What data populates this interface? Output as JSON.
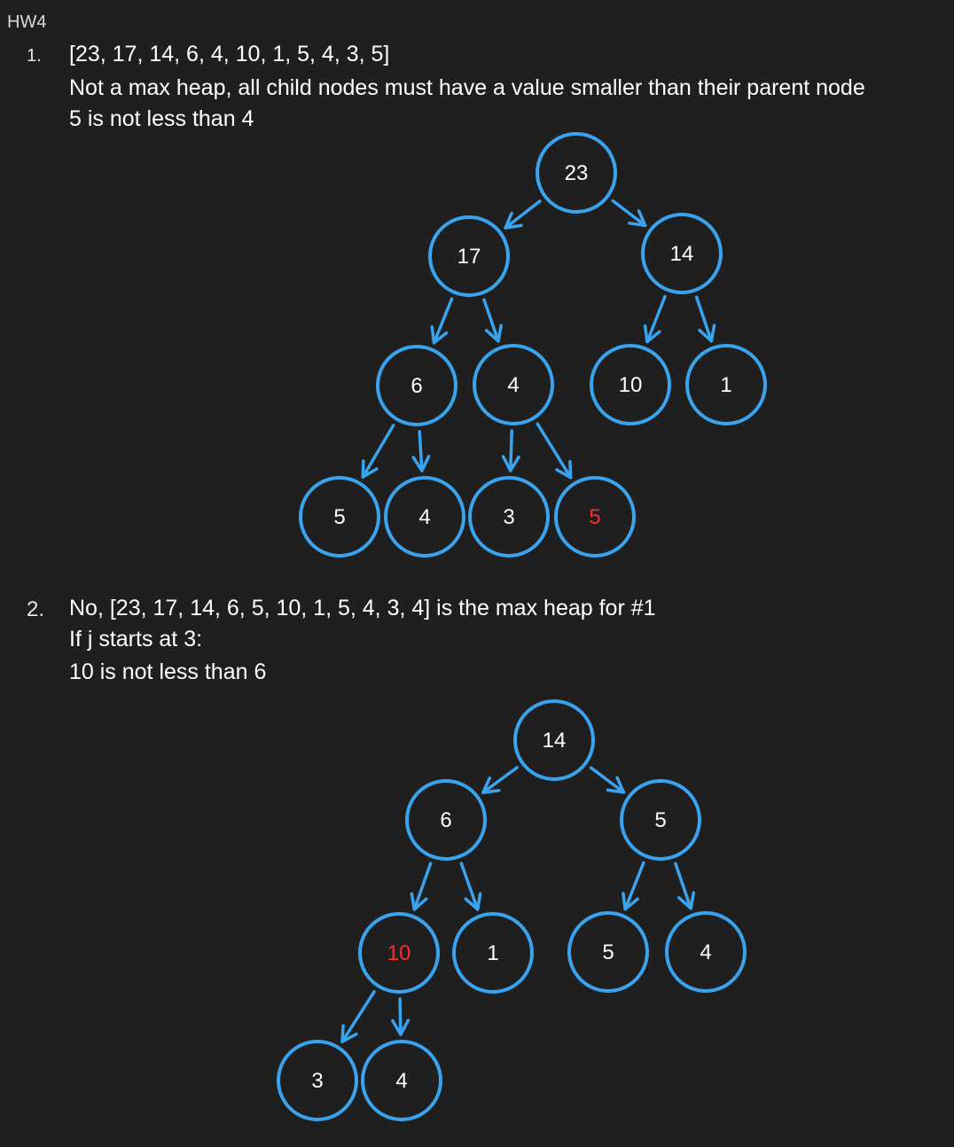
{
  "document": {
    "title": "HW4",
    "problems": [
      {
        "number": "1.",
        "lines": [
          "[23, 17, 14, 6, 4, 10, 1, 5, 4, 3, 5]",
          "Not a max heap, all child nodes must have a value smaller than their parent node",
          "5 is not less than 4"
        ]
      },
      {
        "number": "2.",
        "lines": [
          "No, [23, 17, 14, 6, 5, 10, 1, 5, 4, 3, 4] is the max heap for #1",
          "If j starts at 3:",
          "10 is not less than 6"
        ]
      }
    ]
  },
  "colors": {
    "background": "#1f1f1f",
    "node_stroke": "#3aa3ee",
    "arrow": "#3aa3ee",
    "text": "#ffffff",
    "highlight": "#ff2a2a"
  },
  "trees": [
    {
      "nodes": [
        {
          "id": "a0",
          "label": "23"
        },
        {
          "id": "a1",
          "label": "17"
        },
        {
          "id": "a2",
          "label": "14"
        },
        {
          "id": "a3",
          "label": "6"
        },
        {
          "id": "a4",
          "label": "4"
        },
        {
          "id": "a5",
          "label": "10"
        },
        {
          "id": "a6",
          "label": "1"
        },
        {
          "id": "a7",
          "label": "5"
        },
        {
          "id": "a8",
          "label": "4"
        },
        {
          "id": "a9",
          "label": "3"
        },
        {
          "id": "a10",
          "label": "5",
          "highlight": true
        }
      ],
      "edges": [
        [
          "a0",
          "a1"
        ],
        [
          "a0",
          "a2"
        ],
        [
          "a1",
          "a3"
        ],
        [
          "a1",
          "a4"
        ],
        [
          "a2",
          "a5"
        ],
        [
          "a2",
          "a6"
        ],
        [
          "a3",
          "a7"
        ],
        [
          "a3",
          "a8"
        ],
        [
          "a4",
          "a9"
        ],
        [
          "a4",
          "a10"
        ]
      ]
    },
    {
      "nodes": [
        {
          "id": "b0",
          "label": "14"
        },
        {
          "id": "b1",
          "label": "6"
        },
        {
          "id": "b2",
          "label": "5"
        },
        {
          "id": "b3",
          "label": "10",
          "highlight": true
        },
        {
          "id": "b4",
          "label": "1"
        },
        {
          "id": "b5",
          "label": "5"
        },
        {
          "id": "b6",
          "label": "4"
        },
        {
          "id": "b7",
          "label": "3"
        },
        {
          "id": "b8",
          "label": "4"
        }
      ],
      "edges": [
        [
          "b0",
          "b1"
        ],
        [
          "b0",
          "b2"
        ],
        [
          "b1",
          "b3"
        ],
        [
          "b1",
          "b4"
        ],
        [
          "b2",
          "b5"
        ],
        [
          "b2",
          "b6"
        ],
        [
          "b3",
          "b7"
        ],
        [
          "b3",
          "b8"
        ]
      ]
    }
  ]
}
